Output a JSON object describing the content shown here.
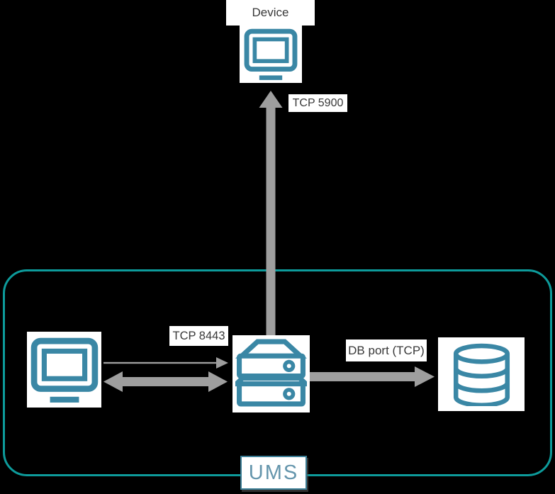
{
  "diagram": {
    "type": "network-port-diagram",
    "background_color": "#000000",
    "labels": {
      "device": "Device",
      "tcp5900": "TCP 5900",
      "tcp8443": "TCP 8443",
      "db_port": "DB port (TCP)",
      "ums": "UMS"
    },
    "nodes": [
      {
        "id": "device",
        "label": "Device",
        "icon": "monitor-icon",
        "position": "top-center"
      },
      {
        "id": "console",
        "label": "",
        "icon": "monitor-icon",
        "position": "inside-ums-left"
      },
      {
        "id": "ums-server",
        "label": "",
        "icon": "server-icon",
        "position": "inside-ums-center"
      },
      {
        "id": "database",
        "label": "",
        "icon": "database-icon",
        "position": "inside-ums-right"
      }
    ],
    "container": {
      "id": "ums-boundary",
      "label": "UMS",
      "contains": [
        "console",
        "ums-server",
        "database"
      ]
    },
    "edges": [
      {
        "from": "ums-server",
        "to": "device",
        "label": "TCP 5900",
        "style": "thick",
        "direction": "up",
        "heads": [
          "to"
        ]
      },
      {
        "from": "console",
        "to": "ums-server",
        "label": "TCP 8443",
        "style": "thin",
        "direction": "right",
        "heads": [
          "to"
        ]
      },
      {
        "from": "console",
        "to": "ums-server",
        "label": "",
        "style": "thick",
        "direction": "horizontal",
        "heads": [
          "from",
          "to"
        ]
      },
      {
        "from": "ums-server",
        "to": "database",
        "label": "DB port (TCP)",
        "style": "thick",
        "direction": "right",
        "heads": [
          "to"
        ]
      }
    ],
    "colors": {
      "icon_teal": "#3A87A5",
      "boundary_teal": "#0D9B9B",
      "arrow_gray": "#9E9E9E",
      "label_text": "#383838",
      "ums_text": "#6495AC",
      "ums_border": "#3D7F96",
      "node_background": "#FFFFFF"
    }
  }
}
